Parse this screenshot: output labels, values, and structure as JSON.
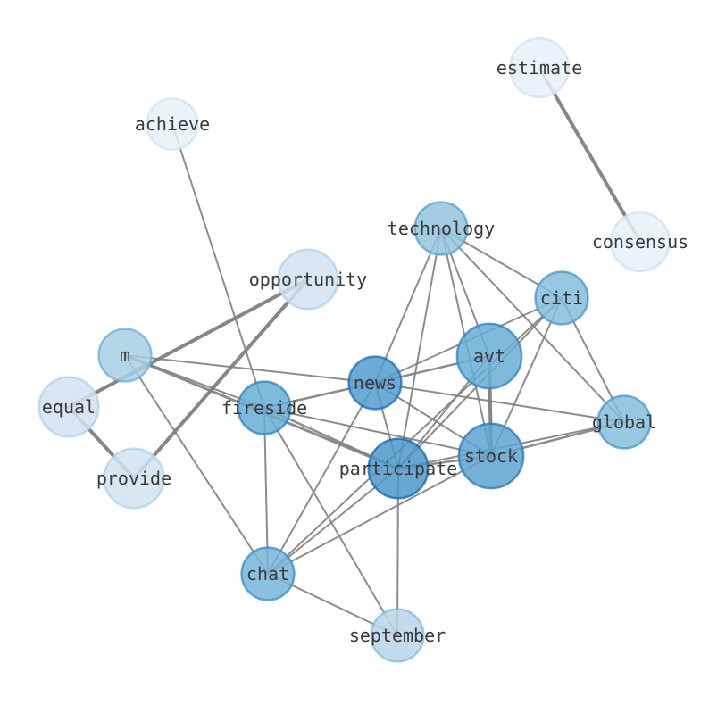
{
  "nodes": [
    {
      "id": "estimate",
      "label": "estimate",
      "weight": 0.05,
      "size": 0.75
    },
    {
      "id": "consensus",
      "label": "consensus",
      "weight": 0.05,
      "size": 0.75
    },
    {
      "id": "achieve",
      "label": "achieve",
      "weight": 0.05,
      "size": 0.5
    },
    {
      "id": "technology",
      "label": "technology",
      "weight": 0.5,
      "size": 0.55
    },
    {
      "id": "opportunity",
      "label": "opportunity",
      "weight": 0.2,
      "size": 0.78
    },
    {
      "id": "citi",
      "label": "citi",
      "weight": 0.55,
      "size": 0.55
    },
    {
      "id": "avt",
      "label": "avt",
      "weight": 0.65,
      "size": 0.95
    },
    {
      "id": "m",
      "label": "m",
      "weight": 0.42,
      "size": 0.55
    },
    {
      "id": "news",
      "label": "news",
      "weight": 0.75,
      "size": 0.55
    },
    {
      "id": "equal",
      "label": "equal",
      "weight": 0.2,
      "size": 0.78
    },
    {
      "id": "fireside",
      "label": "fireside",
      "weight": 0.65,
      "size": 0.55
    },
    {
      "id": "global",
      "label": "global",
      "weight": 0.55,
      "size": 0.55
    },
    {
      "id": "stock",
      "label": "stock",
      "weight": 0.7,
      "size": 0.95
    },
    {
      "id": "participate",
      "label": "participate",
      "weight": 0.78,
      "size": 0.78
    },
    {
      "id": "provide",
      "label": "provide",
      "weight": 0.2,
      "size": 0.78
    },
    {
      "id": "chat",
      "label": "chat",
      "weight": 0.6,
      "size": 0.55
    },
    {
      "id": "september",
      "label": "september",
      "weight": 0.35,
      "size": 0.55
    }
  ],
  "edges": [
    {
      "source": "estimate",
      "target": "consensus",
      "weight": 4
    },
    {
      "source": "opportunity",
      "target": "equal",
      "weight": 4
    },
    {
      "source": "opportunity",
      "target": "provide",
      "weight": 4
    },
    {
      "source": "equal",
      "target": "provide",
      "weight": 4
    },
    {
      "source": "achieve",
      "target": "fireside",
      "weight": 2
    },
    {
      "source": "technology",
      "target": "news",
      "weight": 2
    },
    {
      "source": "technology",
      "target": "avt",
      "weight": 2
    },
    {
      "source": "technology",
      "target": "citi",
      "weight": 2
    },
    {
      "source": "technology",
      "target": "global",
      "weight": 2
    },
    {
      "source": "technology",
      "target": "stock",
      "weight": 2
    },
    {
      "source": "technology",
      "target": "participate",
      "weight": 2
    },
    {
      "source": "citi",
      "target": "news",
      "weight": 2
    },
    {
      "source": "citi",
      "target": "participate",
      "weight": 2
    },
    {
      "source": "citi",
      "target": "stock",
      "weight": 2
    },
    {
      "source": "citi",
      "target": "global",
      "weight": 2
    },
    {
      "source": "citi",
      "target": "chat",
      "weight": 2
    },
    {
      "source": "avt",
      "target": "news",
      "weight": 2.5
    },
    {
      "source": "avt",
      "target": "stock",
      "weight": 4
    },
    {
      "source": "avt",
      "target": "participate",
      "weight": 2
    },
    {
      "source": "m",
      "target": "news",
      "weight": 2
    },
    {
      "source": "m",
      "target": "participate",
      "weight": 3
    },
    {
      "source": "m",
      "target": "chat",
      "weight": 2
    },
    {
      "source": "m",
      "target": "fireside",
      "weight": 2
    },
    {
      "source": "news",
      "target": "fireside",
      "weight": 2.5
    },
    {
      "source": "news",
      "target": "global",
      "weight": 2
    },
    {
      "source": "news",
      "target": "stock",
      "weight": 2
    },
    {
      "source": "news",
      "target": "participate",
      "weight": 2
    },
    {
      "source": "news",
      "target": "chat",
      "weight": 2
    },
    {
      "source": "fireside",
      "target": "participate",
      "weight": 2.5
    },
    {
      "source": "fireside",
      "target": "stock",
      "weight": 2
    },
    {
      "source": "fireside",
      "target": "chat",
      "weight": 2
    },
    {
      "source": "fireside",
      "target": "september",
      "weight": 2
    },
    {
      "source": "global",
      "target": "stock",
      "weight": 2.5
    },
    {
      "source": "global",
      "target": "participate",
      "weight": 2
    },
    {
      "source": "stock",
      "target": "participate",
      "weight": 2.5
    },
    {
      "source": "stock",
      "target": "chat",
      "weight": 2
    },
    {
      "source": "participate",
      "target": "chat",
      "weight": 2
    },
    {
      "source": "participate",
      "target": "september",
      "weight": 2
    },
    {
      "source": "chat",
      "target": "september",
      "weight": 2
    }
  ]
}
